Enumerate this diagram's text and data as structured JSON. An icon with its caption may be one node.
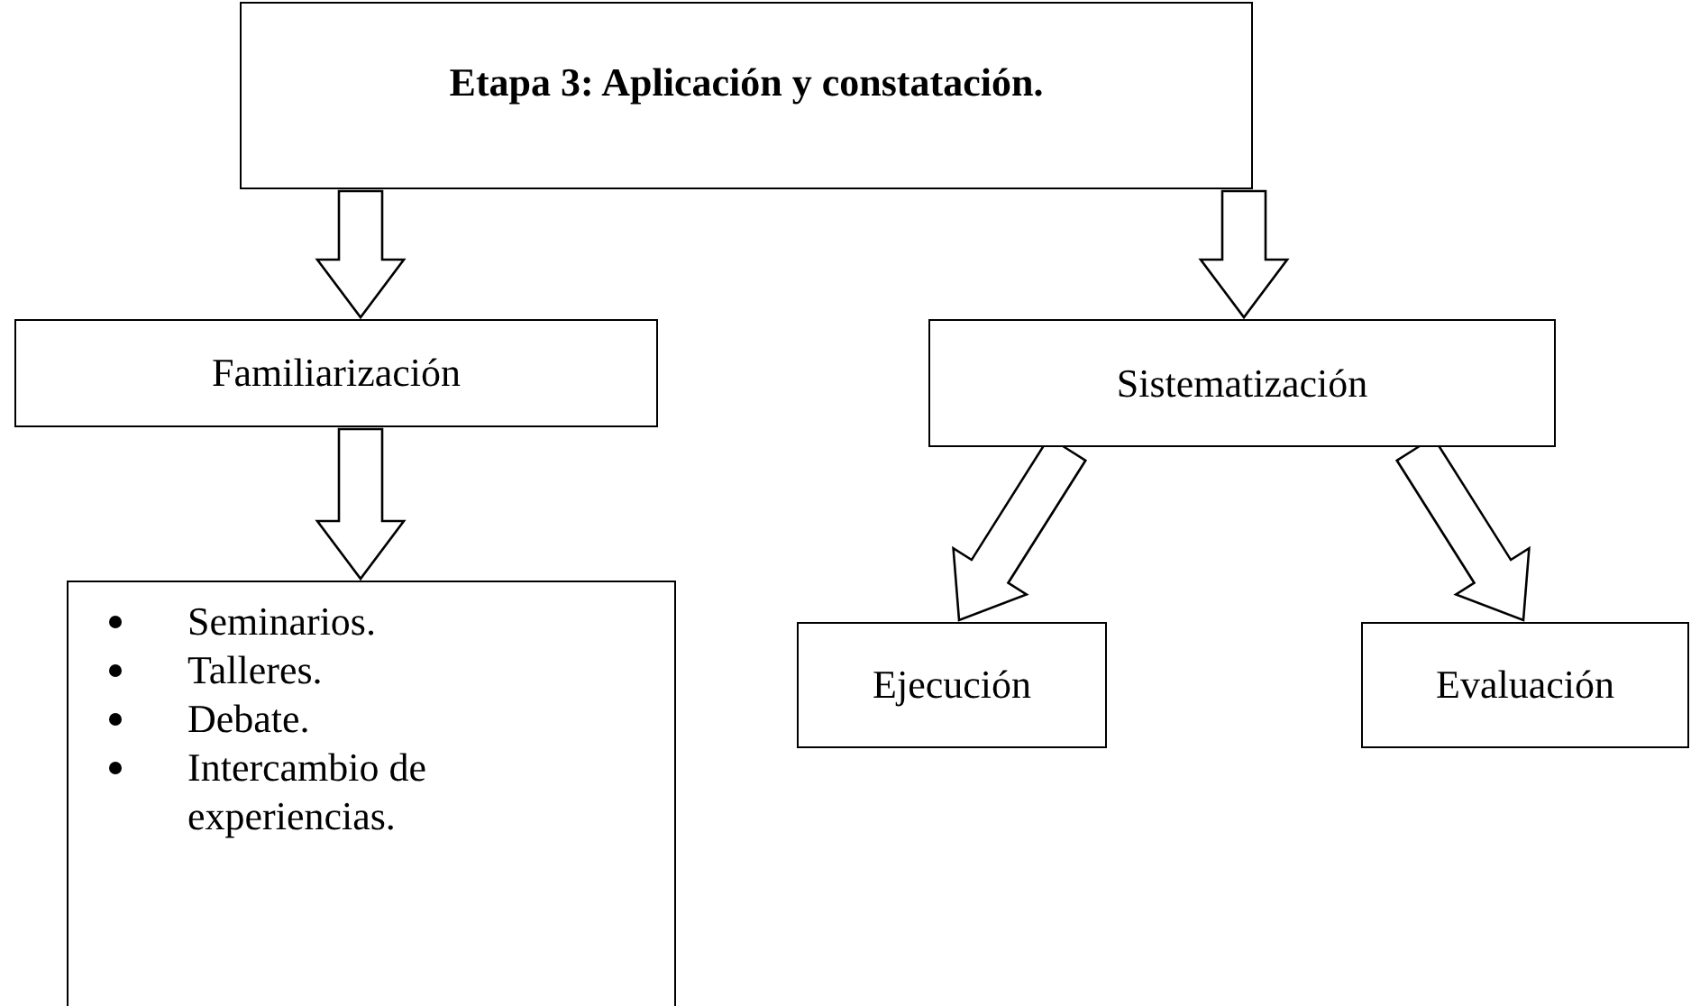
{
  "diagram": {
    "nodes": [
      {
        "text": [
          "Etapa 3: Aplicación y constatación."
        ]
      },
      {
        "text": [
          "Familiarización"
        ]
      },
      {
        "text": [
          "Sistematización"
        ]
      },
      {
        "text": [
          "Seminarios.",
          "Talleres.",
          "Debate.",
          "Intercambio de experiencias."
        ]
      },
      {
        "text": [
          "Ejecución"
        ]
      },
      {
        "text": [
          "Evaluación"
        ]
      }
    ],
    "edges": [
      {
        "from": 0,
        "to": 1,
        "arrow": "to"
      },
      {
        "from": 0,
        "to": 2,
        "arrow": "to"
      },
      {
        "from": 1,
        "to": 3,
        "arrow": "to"
      },
      {
        "from": 2,
        "to": 4,
        "arrow": "to"
      },
      {
        "from": 2,
        "to": 5,
        "arrow": "to"
      }
    ]
  }
}
